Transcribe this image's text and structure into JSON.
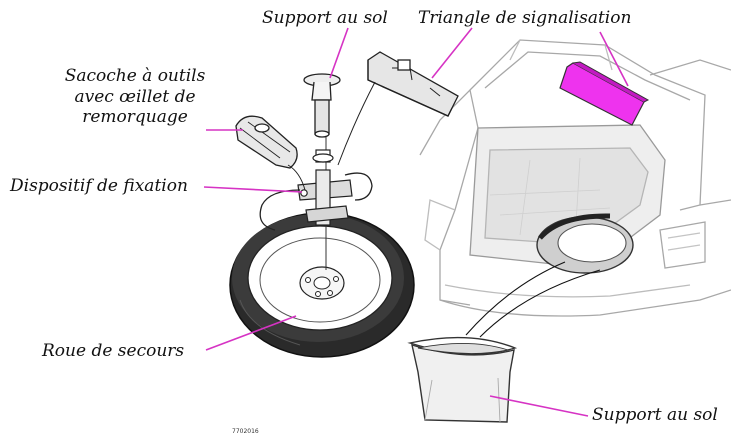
{
  "labels": {
    "support_top": "Support au sol",
    "triangle": "Triangle de signalisation",
    "tool_bag": [
      "Sacoche à outils",
      "avec œillet de",
      "remorquage"
    ],
    "fixing": "Dispositif de fixation",
    "spare_wheel": "Roue de secours",
    "support_bottom": "Support au sol"
  },
  "figure_code": "7702016",
  "colors": {
    "leader": "#d633c4",
    "triangle_fill": "#ee33ee",
    "line": "#333333",
    "light_line": "#9a9a9a"
  }
}
